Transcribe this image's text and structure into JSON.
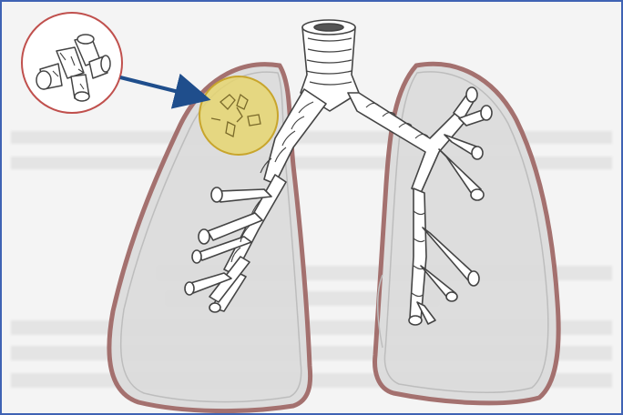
{
  "diagram": {
    "colors": {
      "frame": "#3f63b4",
      "pleura": "#a06a68",
      "lung_fill": "#dcdcdc",
      "airway_outline": "#444444",
      "highlight_fill": "#e7d66a",
      "highlight_stroke": "#c8a52c",
      "inset_border": "#c0504d",
      "arrow": "#1f4e8c"
    },
    "elements": [
      "trachea",
      "right-lung",
      "left-lung",
      "bronchial-tree",
      "highlighted-segment",
      "magnified-inset",
      "pointer-arrow"
    ]
  }
}
